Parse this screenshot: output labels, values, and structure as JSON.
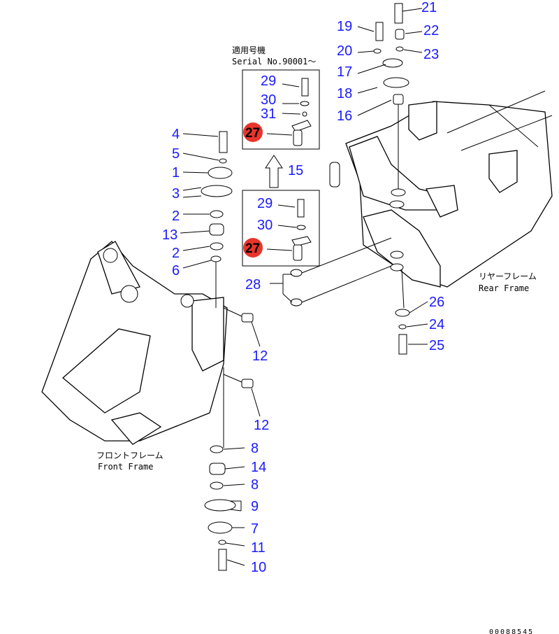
{
  "inset": {
    "serial_jp": "適用号機",
    "serial_en": "Serial No.90001～"
  },
  "frames": {
    "rear_jp": "リヤーフレーム",
    "rear_en": "Rear Frame",
    "front_jp": "フロントフレーム",
    "front_en": "Front Frame"
  },
  "callouts": {
    "c21": "21",
    "c19": "19",
    "c22": "22",
    "c20": "20",
    "c23": "23",
    "c17": "17",
    "c18": "18",
    "c16": "16",
    "c29a": "29",
    "c30a": "30",
    "c31": "31",
    "c27a": "27",
    "c15": "15",
    "c4": "4",
    "c5": "5",
    "c1": "1",
    "c3": "3",
    "c2a": "2",
    "c13": "13",
    "c2b": "2",
    "c6": "6",
    "c29b": "29",
    "c30b": "30",
    "c27b": "27",
    "c28": "28",
    "c26": "26",
    "c24": "24",
    "c25": "25",
    "c12a": "12",
    "c12b": "12",
    "c8a": "8",
    "c14": "14",
    "c8b": "8",
    "c9": "9",
    "c7": "7",
    "c11": "11",
    "c10": "10"
  },
  "highlight_color": "#e8352b",
  "drawing_code": "00088545"
}
